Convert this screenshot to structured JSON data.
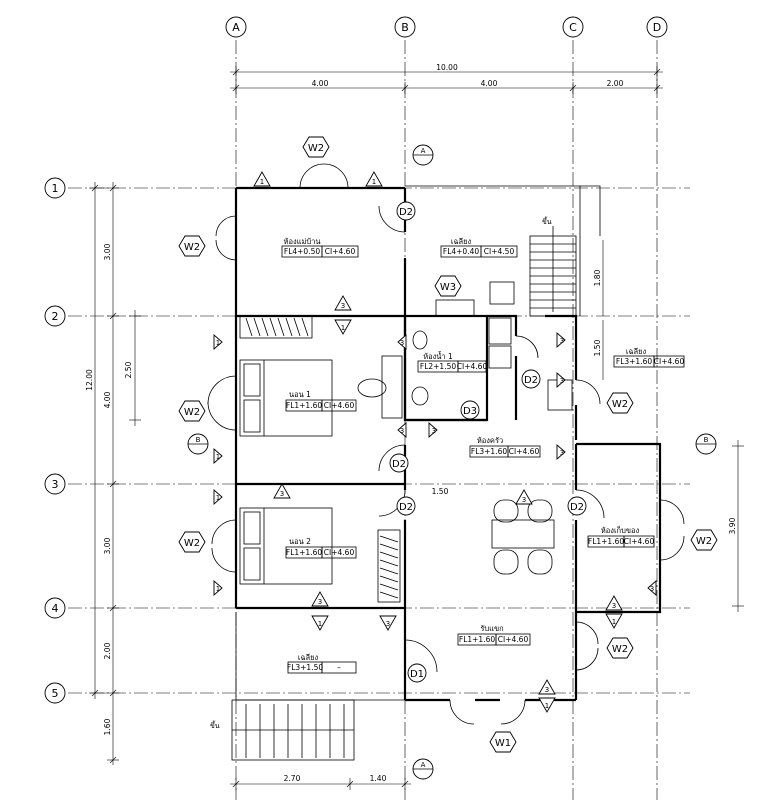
{
  "grid": {
    "columns": [
      "A",
      "B",
      "C",
      "D"
    ],
    "rows": [
      "1",
      "2",
      "3",
      "4",
      "5"
    ]
  },
  "dimensions": {
    "top_total": "10.00",
    "top_parts": [
      "4.00",
      "4.00",
      "2.00"
    ],
    "left_total": "12.00",
    "left_parts": [
      "3.00",
      "4.00",
      "3.00",
      "2.00",
      "1.60"
    ],
    "left_inner": "2.50",
    "right_upper": "1.80",
    "right_mid": "1.50",
    "right_lower": "3.90",
    "interior": "1.50",
    "bottom_parts": [
      "2.70",
      "1.40"
    ]
  },
  "rooms": [
    {
      "name": "ห้องแม่บ้าน",
      "level": "FL4+0.50",
      "ceiling": "CI+4.60"
    },
    {
      "name": "เฉลียง",
      "level": "FL4+0.40",
      "ceiling": "CI+4.50"
    },
    {
      "name": "ห้องน้ำ 1",
      "level": "FL2+1.50",
      "ceiling": "CI+4.60"
    },
    {
      "name": "เฉลียง",
      "level": "FL3+1.60",
      "ceiling": "CI+4.60"
    },
    {
      "name": "นอน 1",
      "level": "FL1+1.60",
      "ceiling": "CI+4.60"
    },
    {
      "name": "ห้องครัว",
      "level": "FL3+1.60",
      "ceiling": "CI+4.60"
    },
    {
      "name": "นอน 2",
      "level": "FL1+1.60",
      "ceiling": "CI+4.60"
    },
    {
      "name": "ห้องเก็บของ",
      "level": "FL1+1.60",
      "ceiling": "CI+4.60"
    },
    {
      "name": "รับแขก",
      "level": "FL1+1.60",
      "ceiling": "CI+4.60"
    },
    {
      "name": "เฉลียง",
      "level": "FL3+1.50",
      "ceiling": "–"
    }
  ],
  "doors": [
    "D1",
    "D2",
    "D3"
  ],
  "windows": [
    "W1",
    "W2",
    "W3"
  ],
  "stairs_label": "ขึ้น",
  "sections": {
    "a": "A",
    "b": "B"
  },
  "markers": [
    "1",
    "2",
    "3"
  ]
}
